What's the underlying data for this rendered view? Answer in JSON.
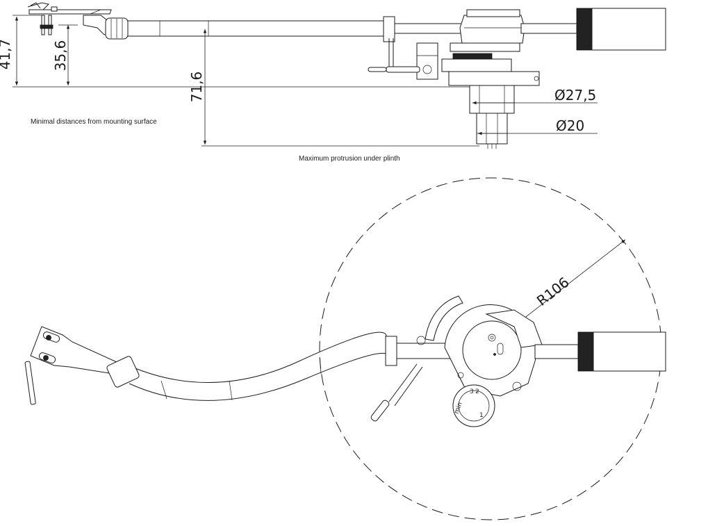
{
  "side_view": {
    "dims": {
      "d1": "41,7",
      "d2": "35,6",
      "d3": "71,6",
      "d4": "Ø27,5",
      "d5": "Ø20"
    },
    "note_min": "Minimal distances from mounting surface",
    "note_max": "Maximum protrusion under plinth"
  },
  "top_view": {
    "radius": "R106",
    "dial_min": "min",
    "dial_numbers": [
      "1",
      "2",
      "3"
    ]
  }
}
